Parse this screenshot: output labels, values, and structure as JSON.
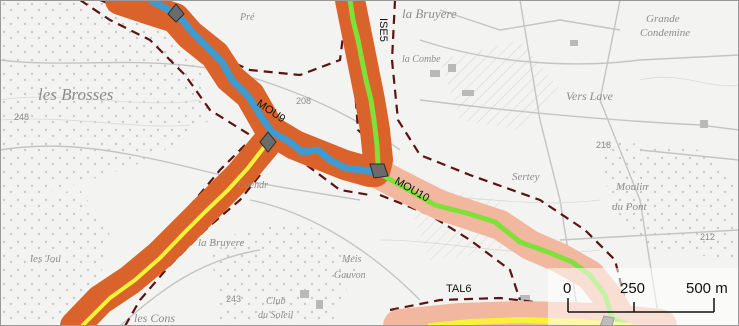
{
  "map": {
    "colors": {
      "background": "#f3f3f1",
      "buffer_outer": "#d9632a",
      "buffer_light": "#f1b79f",
      "route_blue": "#3f9ad0",
      "route_green": "#7fe03a",
      "route_yellow": "#f6f23a",
      "dash": "#5a1414",
      "marker": "#6b6b6b"
    },
    "route_labels": {
      "mou9": "MOU9",
      "mou10": "MOU10",
      "ise5": "ISE5",
      "tal6": "TAL6"
    },
    "place_labels": {
      "brosses": "les Brosses",
      "bruyere_top": "la Bruyere",
      "grande_condemine": "Grande",
      "condemine": "Condemine",
      "vers_lave": "Vers Lave",
      "moulin": "Moulin",
      "du_pont": "du Pont",
      "bruyere_mid": "la Bruyere",
      "club": "Club",
      "du_soleil": "du Soleil",
      "cons": "les Cons",
      "meis": "Meis",
      "gauvon": "Gauvon",
      "sertey": "Sertey",
      "caendr": "Caendr",
      "pre": "Pré",
      "la_combe": "la Combe",
      "les_jou": "les Jou"
    },
    "spot_heights": {
      "h248": "248",
      "h208": "208",
      "h218": "218",
      "h243": "243",
      "h212": "212"
    },
    "scale_bar": {
      "label_0": "0",
      "label_250": "250",
      "label_500": "500 m"
    }
  }
}
